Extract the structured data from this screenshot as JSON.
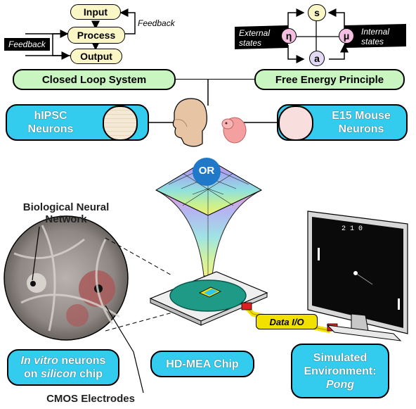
{
  "loop_diagram": {
    "input": "Input",
    "process": "Process",
    "output": "Output",
    "feedback_top": "Feedback",
    "feedback_left": "Feedback"
  },
  "fep_diagram": {
    "s": "s",
    "eta": "η",
    "mu": "μ",
    "a": "a",
    "external": "External states",
    "internal": "Internal states"
  },
  "headers": {
    "closed_loop": "Closed Loop System",
    "free_energy": "Free Energy Principle"
  },
  "sources": {
    "hipsc": "hIPSC Neurons",
    "mouse": "E15 Mouse Neurons",
    "or_label": "OR"
  },
  "labels": {
    "bio_network": "Biological Neural Network",
    "data_io": "Data I/O",
    "cmos": "CMOS Electrodes",
    "pong_score": "2 1 0"
  },
  "bottom_boxes": {
    "invitro_line1_italic": "In vitro",
    "invitro_line1_rest": " neurons",
    "invitro_line2_pre": "on ",
    "invitro_line2_italic": "silicon",
    "invitro_line2_post": " chip",
    "hdmea": "HD-MEA Chip",
    "sim_line1": "Simulated",
    "sim_line2": "Environment:",
    "sim_line3": "Pong"
  },
  "colors": {
    "cyan_box": "#33ccee",
    "green_pill": "#c9f5c0",
    "node_fill": "#fbf6c6",
    "or_circle": "#1f78c8",
    "data_io_bar": "#f2e000"
  }
}
